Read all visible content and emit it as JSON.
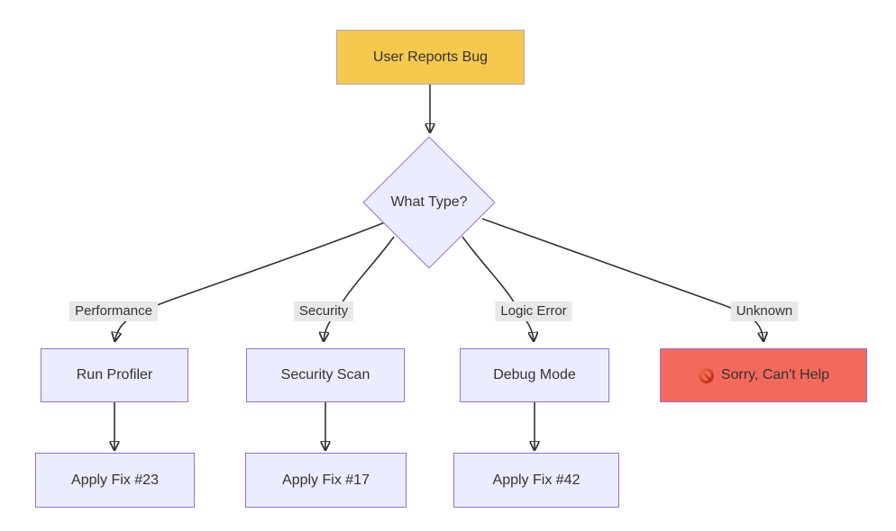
{
  "diagram": {
    "type": "flowchart",
    "direction": "top-down",
    "nodes": {
      "user_reports_bug": {
        "label": "User Reports Bug"
      },
      "what_type": {
        "label": "What Type?"
      },
      "run_profiler": {
        "label": "Run Profiler"
      },
      "security_scan": {
        "label": "Security Scan"
      },
      "debug_mode": {
        "label": "Debug Mode"
      },
      "sorry_cant_help": {
        "label": "Sorry, Can't Help",
        "icon": "no-entry-icon"
      },
      "apply_fix_23": {
        "label": "Apply Fix #23"
      },
      "apply_fix_17": {
        "label": "Apply Fix #17"
      },
      "apply_fix_42": {
        "label": "Apply Fix #42"
      }
    },
    "edge_labels": {
      "performance": {
        "label": "Performance"
      },
      "security": {
        "label": "Security"
      },
      "logic_error": {
        "label": "Logic Error"
      },
      "unknown": {
        "label": "Unknown"
      }
    },
    "edges": [
      {
        "from": "user_reports_bug",
        "to": "what_type"
      },
      {
        "from": "what_type",
        "to": "run_profiler",
        "label": "Performance"
      },
      {
        "from": "what_type",
        "to": "security_scan",
        "label": "Security"
      },
      {
        "from": "what_type",
        "to": "debug_mode",
        "label": "Logic Error"
      },
      {
        "from": "what_type",
        "to": "sorry_cant_help",
        "label": "Unknown"
      },
      {
        "from": "run_profiler",
        "to": "apply_fix_23"
      },
      {
        "from": "security_scan",
        "to": "apply_fix_17"
      },
      {
        "from": "debug_mode",
        "to": "apply_fix_42"
      }
    ],
    "colors": {
      "background": "#FFFFFF",
      "start_node_fill": "#F5C84E",
      "start_node_border": "#AFA4CE",
      "default_node_fill": "#ECECFF",
      "default_node_border": "#9370DB",
      "error_node_fill": "#F4695C",
      "edge_line": "#333333",
      "edge_label_bg": "#E8E8E8",
      "text": "#333333"
    }
  }
}
